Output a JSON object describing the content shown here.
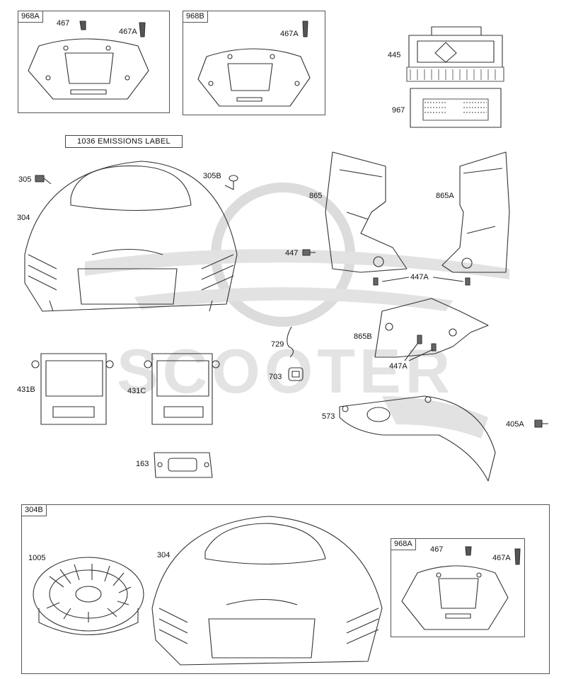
{
  "groups": {
    "g968a_top": "968A",
    "g968b": "968B",
    "g304b": "304B",
    "g968a_inner": "968A"
  },
  "emissions_label": "1036 EMISSIONS LABEL",
  "watermark": "SCOOTER",
  "parts": {
    "p467_a": "467",
    "p467a_a": "467A",
    "p467a_b": "467A",
    "p445": "445",
    "p967": "967",
    "p305": "305",
    "p305b": "305B",
    "p304": "304",
    "p865": "865",
    "p865a": "865A",
    "p447": "447",
    "p447a": "447A",
    "p865b": "865B",
    "p729": "729",
    "p447a_b": "447A",
    "p703": "703",
    "p431b": "431B",
    "p431c": "431C",
    "p573": "573",
    "p405a": "405A",
    "p163": "163",
    "p1005": "1005",
    "p304_b": "304",
    "p467_c": "467",
    "p467a_c": "467A"
  },
  "colors": {
    "line": "#333333",
    "watermark": "#d8d8d8"
  }
}
